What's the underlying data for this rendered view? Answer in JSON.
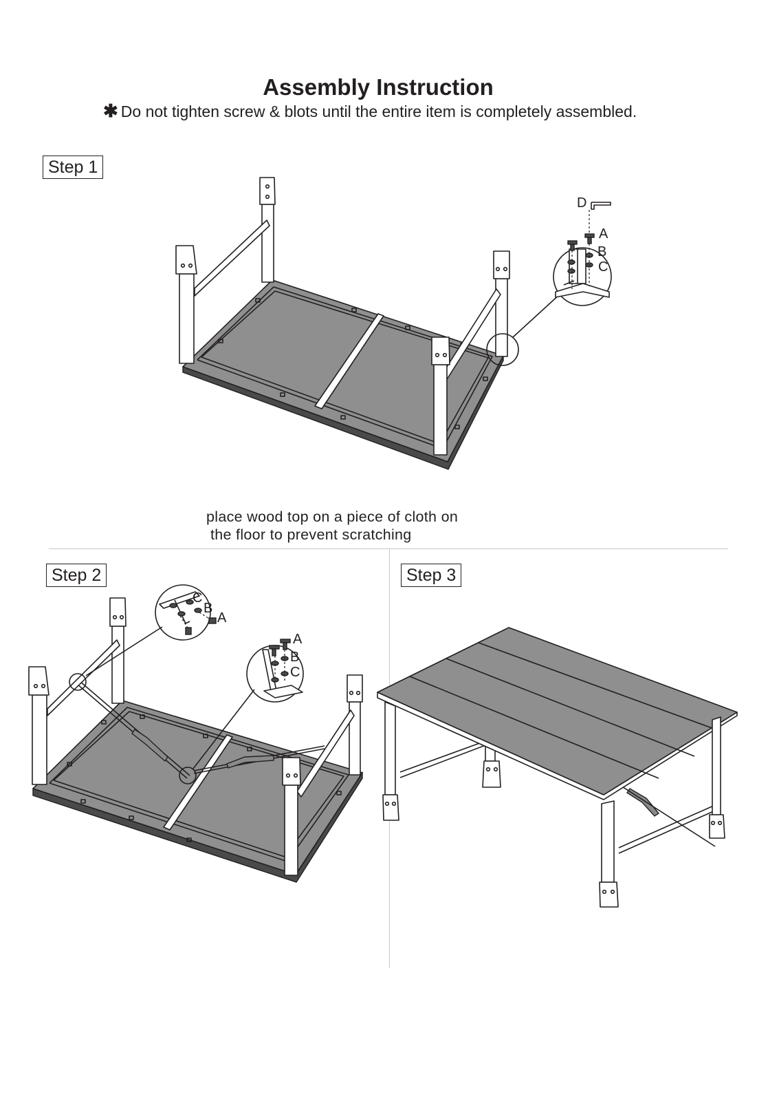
{
  "header": {
    "title": "Assembly Instruction",
    "note_symbol": "✱",
    "note": "Do not tighten screw & blots until the entire item is completely assembled."
  },
  "steps": [
    {
      "label": "Step 1",
      "caption_line1": "place wood top on a piece of cloth on",
      "caption_line2": "the floor to prevent scratching"
    },
    {
      "label": "Step 2"
    },
    {
      "label": "Step 3"
    }
  ],
  "part_labels": {
    "step1": [
      "D",
      "A",
      "B",
      "C"
    ],
    "step2_left": [
      "C",
      "B",
      "A"
    ],
    "step2_right": [
      "A",
      "B",
      "C"
    ]
  },
  "colors": {
    "ink": "#231f20",
    "tabletop_fill": "#8f8f8f",
    "rule": "#c8c8c8"
  }
}
